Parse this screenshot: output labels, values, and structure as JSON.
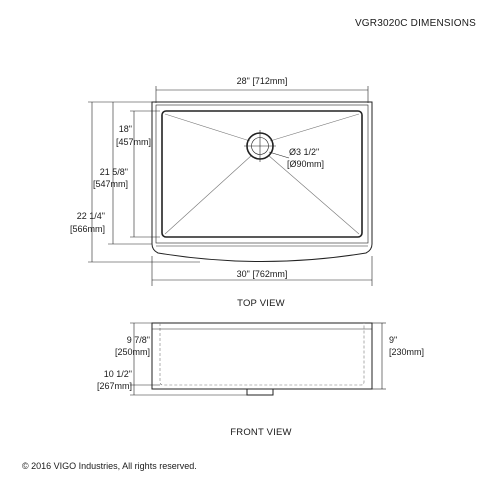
{
  "header": {
    "title": "VGR3020C DIMENSIONS"
  },
  "top_view": {
    "caption": "TOP VIEW",
    "width_inner": "28\" [712mm]",
    "width_outer": "30\" [762mm]",
    "depth_bowl_in": "18\"",
    "depth_bowl_mm": "[457mm]",
    "depth_mid_in": "21 5/8\"",
    "depth_mid_mm": "[547mm]",
    "depth_total_in": "22 1/4\"",
    "depth_total_mm": "[566mm]",
    "drain_in": "Ø3 1/2\"",
    "drain_mm": "[Ø90mm]"
  },
  "front_view": {
    "caption": "FRONT VIEW",
    "bowl_depth_in": "9 7/8\"",
    "bowl_depth_mm": "[250mm]",
    "apron_in": "9\"",
    "apron_mm": "[230mm]",
    "total_height_in": "10 1/2\"",
    "total_height_mm": "[267mm]"
  },
  "footer": {
    "copyright": "© 2016 VIGO Industries, All rights reserved."
  }
}
